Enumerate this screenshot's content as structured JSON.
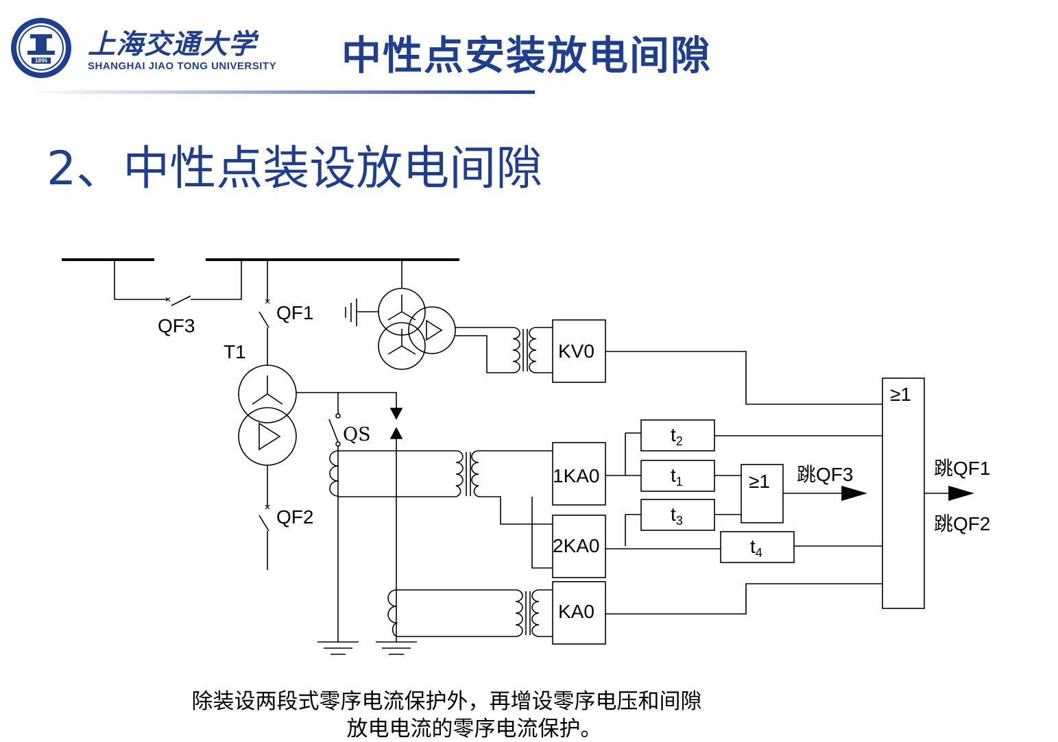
{
  "header": {
    "logo_cn": "上海交通大学",
    "logo_en": "SHANGHAI  JIAO TONG  UNIVERSITY",
    "logo_year": "1896",
    "title": "中性点安装放电间隙",
    "accent_color": "#1f3f8c"
  },
  "section_title": "2、中性点装设放电间隙",
  "diagram": {
    "labels": {
      "qf1": "QF1",
      "qf2": "QF2",
      "qf3": "QF3",
      "t1": "T1",
      "qs": "QS",
      "kv0": "KV0",
      "ka1": "1KA0",
      "ka2": "2KA0",
      "ka0": "KA0",
      "t2": "t",
      "t2_sub": "2",
      "t1t": "t",
      "t1t_sub": "1",
      "t3": "t",
      "t3_sub": "3",
      "t4": "t",
      "t4_sub": "4",
      "or_small": "≥1",
      "or_big": "≥1",
      "trip_qf3": "跳QF3",
      "trip_qf1": "跳QF1",
      "trip_qf2": "跳QF2"
    }
  },
  "caption": {
    "line1": "除装设两段式零序电流保护外，再增设零序电压和间隙",
    "line2": "放电电流的零序电流保护。"
  }
}
